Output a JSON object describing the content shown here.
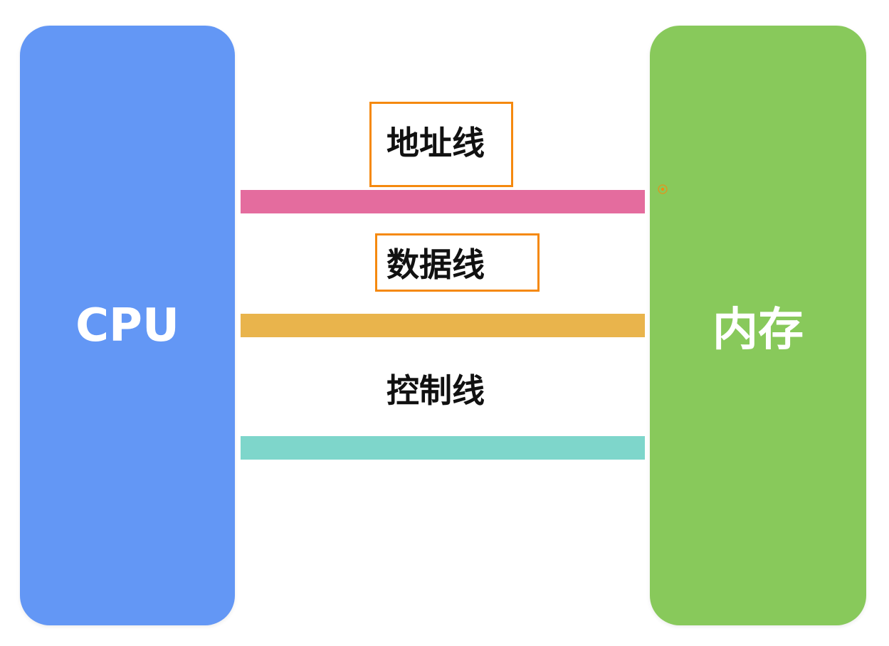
{
  "colors": {
    "cpu": "#6397F5",
    "memory": "#88C95B",
    "address_bus": "#E46C9E",
    "data_bus": "#E9B44C",
    "control_bus": "#7ED6CB",
    "highlight": "#F5890F"
  },
  "cpu": {
    "label": "CPU"
  },
  "memory": {
    "label": "内存"
  },
  "buses": {
    "address": {
      "label": "地址线",
      "highlighted": true
    },
    "data": {
      "label": "数据线",
      "highlighted": true
    },
    "control": {
      "label": "控制线",
      "highlighted": false
    }
  },
  "icons": {
    "cursor": "cursor-dot-icon"
  }
}
